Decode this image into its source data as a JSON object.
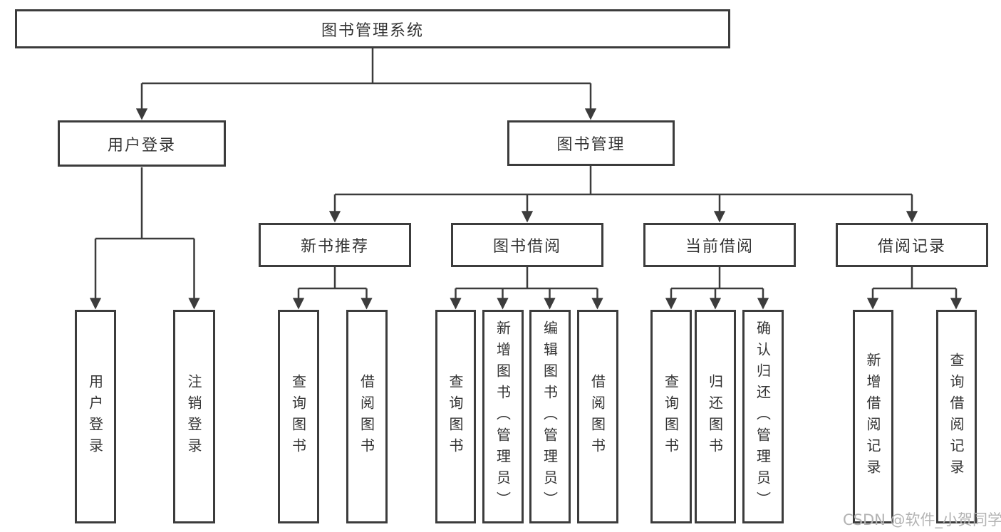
{
  "colors": {
    "line": "#3c3c3c",
    "box_border": "#3c3c3c",
    "text": "#333333",
    "watermark": "#b3b3b3",
    "background": "#ffffff"
  },
  "watermark": {
    "text": "CSDN @软件_小贺同学"
  },
  "tree": {
    "label": "图书管理系统",
    "children": [
      {
        "label": "用户登录",
        "children": [
          {
            "label": "用户登录"
          },
          {
            "label": "注销登录"
          }
        ]
      },
      {
        "label": "图书管理",
        "children": [
          {
            "label": "新书推荐",
            "children": [
              {
                "label": "查询图书"
              },
              {
                "label": "借阅图书"
              }
            ]
          },
          {
            "label": "图书借阅",
            "children": [
              {
                "label": "查询图书"
              },
              {
                "label": "新增图书（管理员）"
              },
              {
                "label": "编辑图书（管理员）"
              },
              {
                "label": "借阅图书"
              }
            ]
          },
          {
            "label": "当前借阅",
            "children": [
              {
                "label": "查询图书"
              },
              {
                "label": "归还图书"
              },
              {
                "label": "确认归还（管理员）"
              }
            ]
          },
          {
            "label": "借阅记录",
            "children": [
              {
                "label": "新增借阅记录"
              },
              {
                "label": "查询借阅记录"
              }
            ]
          }
        ]
      }
    ]
  }
}
